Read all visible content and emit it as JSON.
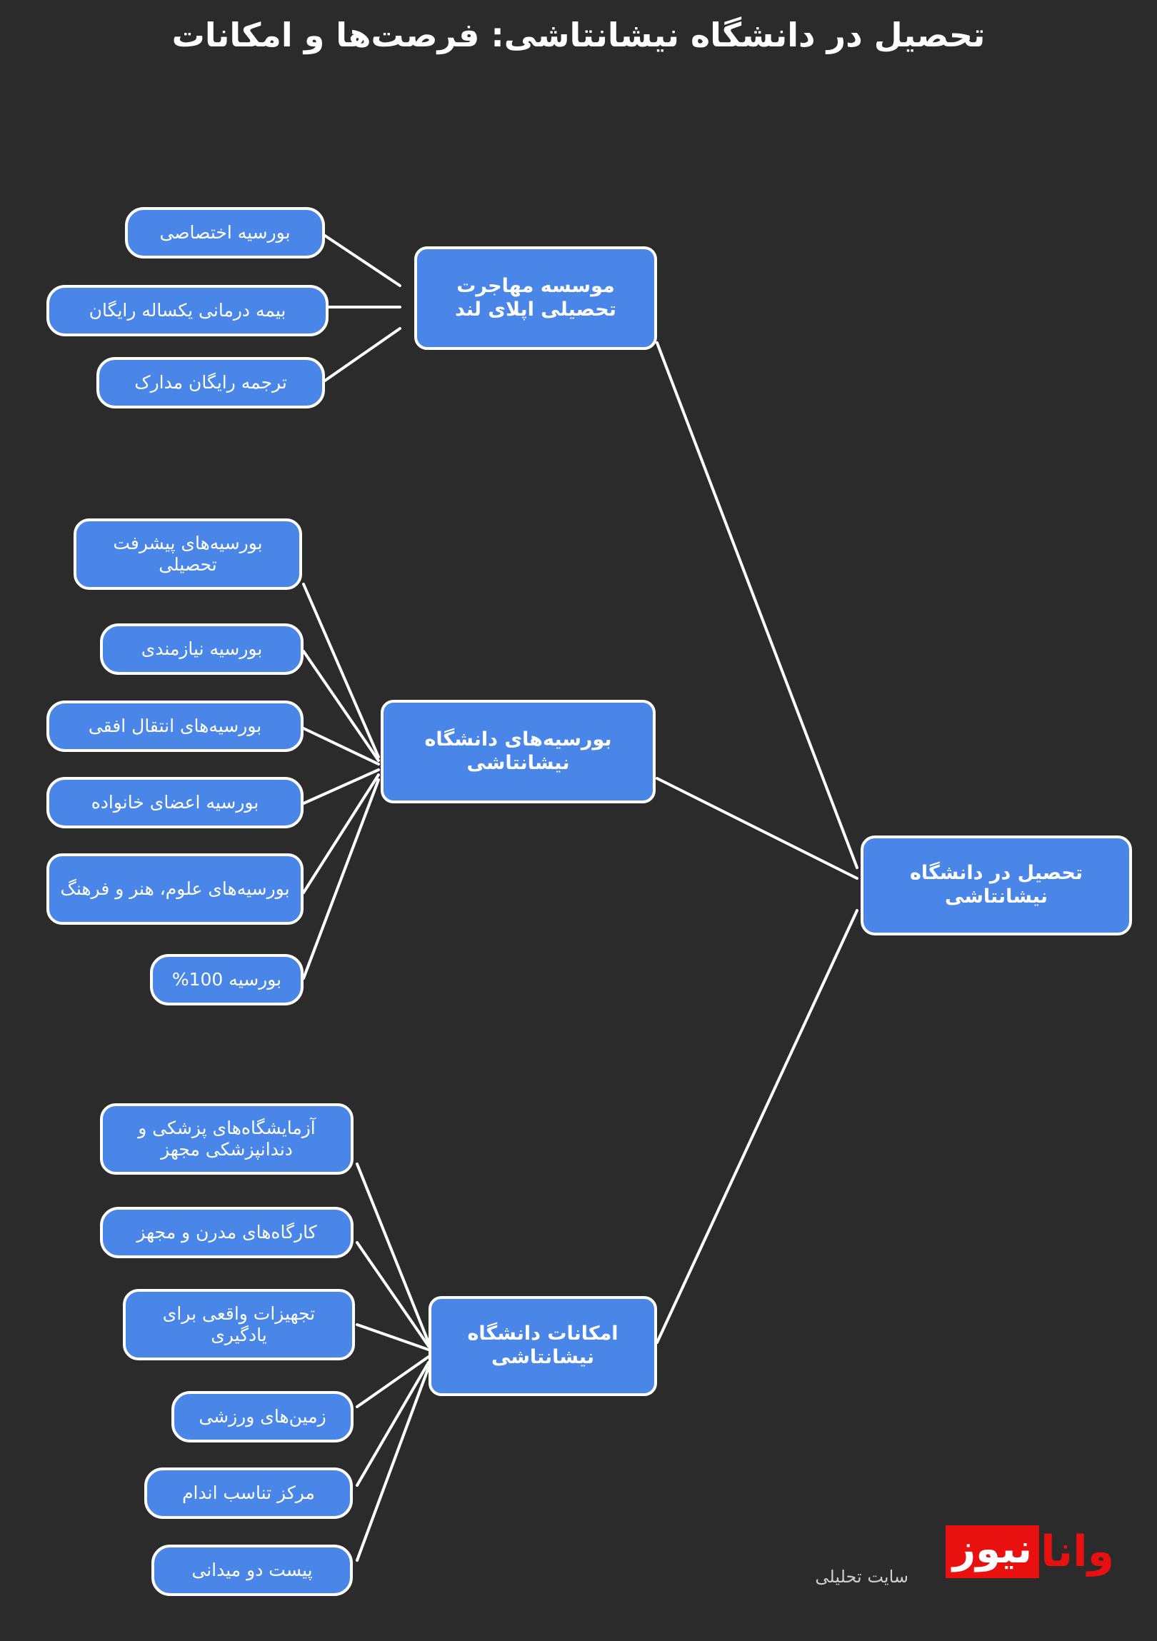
{
  "page": {
    "title": "تحصیل در دانشگاه نیشانتاشی: فرصت‌ها و امکانات",
    "background_color": "#2b2b2b",
    "node_fill_color": "#4a86e8",
    "node_border_color": "#ffffff",
    "edge_color": "#ffffff",
    "text_color": "#ffffff"
  },
  "root": {
    "label": "تحصیل در دانشگاه نیشانتاشی"
  },
  "branches": [
    {
      "hub": "موسسه مهاجرت تحصیلی اپلای لند",
      "children": [
        "بورسیه اختصاصی",
        "بیمه درمانی یکساله رایگان",
        "ترجمه رایگان مدارک"
      ]
    },
    {
      "hub": "بورسیه‌های دانشگاه نیشانتاشی",
      "children": [
        "بورسیه‌های پیشرفت تحصیلی",
        "بورسیه نیازمندی",
        "بورسیه‌های انتقال افقی",
        "بورسیه اعضای خانواده",
        "بورسیه‌های علوم، هنر و فرهنگ",
        "بورسیه 100%"
      ]
    },
    {
      "hub": "امکانات دانشگاه نیشانتاشی",
      "children": [
        "آزمایشگاه‌های پزشکی و دندانپزشکی مجهز",
        "کارگاه‌های مدرن و مجهز",
        "تجهیزات واقعی برای یادگیری",
        "زمین‌های ورزشی",
        "مرکز تناسب اندام",
        "پیست دو میدانی"
      ]
    }
  ],
  "watermark": {
    "brand_part1": "وانا",
    "brand_part2": "نیوز",
    "tagline": "سایت تحلیلی",
    "brand_color": "#e8110f"
  }
}
